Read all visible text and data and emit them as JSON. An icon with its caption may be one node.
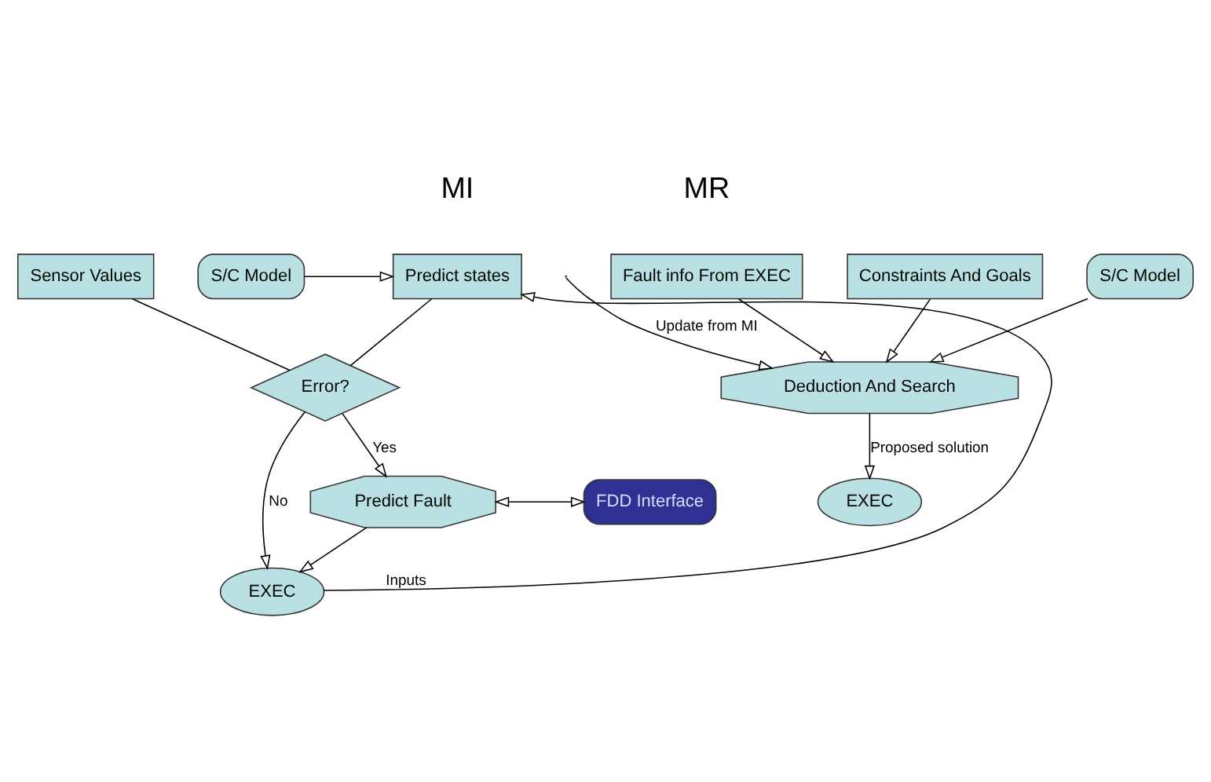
{
  "diagram": {
    "nodes": [
      {
        "text": [
          "S/C Model"
        ]
      },
      {
        "text": [
          "Predict states"
        ]
      },
      {
        "text": [
          "Sensor Values"
        ]
      },
      {
        "text": [
          "Error?"
        ]
      },
      {
        "text": [
          "Predict Fault"
        ]
      },
      {
        "text": [
          "FDD Interface"
        ]
      },
      {
        "text": [
          "EXEC"
        ]
      },
      {
        "text": [
          "Fault info From EXEC"
        ]
      },
      {
        "text": [
          "Constraints And Goals"
        ]
      },
      {
        "text": [
          "Deduction And Search"
        ]
      },
      {
        "text": [
          "S/C Model"
        ]
      },
      {
        "text": [
          "EXEC"
        ]
      }
    ],
    "edges": [
      {
        "from": 0,
        "to": 1,
        "arrow": "to"
      },
      {
        "from": 1,
        "to": 3,
        "arrow": "none"
      },
      {
        "from": 2,
        "to": 3,
        "arrow": "none"
      },
      {
        "from": 3,
        "to": 4,
        "arrow": "to",
        "label": "Yes"
      },
      {
        "from": 3,
        "to": 6,
        "arrow": "to",
        "label": "No"
      },
      {
        "from": 4,
        "to": 5,
        "arrow": "both"
      },
      {
        "from": 4,
        "to": 6,
        "arrow": "to"
      },
      {
        "from": 6,
        "to": 1,
        "arrow": "to",
        "label": "Inputs"
      },
      {
        "from": 7,
        "to": 9,
        "arrow": "to"
      },
      {
        "from": 8,
        "to": 9,
        "arrow": "to"
      },
      {
        "from": null,
        "to": 9,
        "arrow": "to",
        "label": "Update from MI"
      },
      {
        "from": 10,
        "to": 9,
        "arrow": "to"
      },
      {
        "from": 9,
        "to": 11,
        "arrow": "to",
        "label": "Proposed solution"
      }
    ],
    "labels": [
      "MI",
      "MR"
    ]
  }
}
